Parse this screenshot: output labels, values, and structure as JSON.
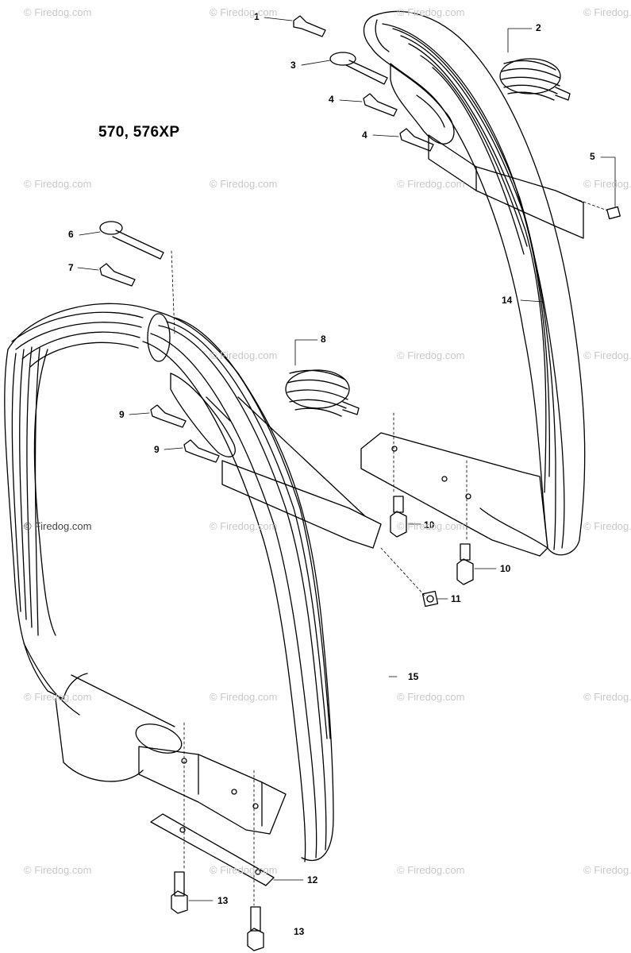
{
  "diagram": {
    "title": "570, 576XP",
    "watermark": "© Firedog.com",
    "callouts": [
      "1",
      "2",
      "3",
      "4",
      "4",
      "5",
      "14",
      "6",
      "7",
      "8",
      "9",
      "9",
      "10",
      "10",
      "11",
      "15",
      "12",
      "13",
      "13"
    ]
  },
  "colors": {
    "line": "#000000",
    "watermark": "#c9c9c9",
    "background": "#ffffff"
  }
}
